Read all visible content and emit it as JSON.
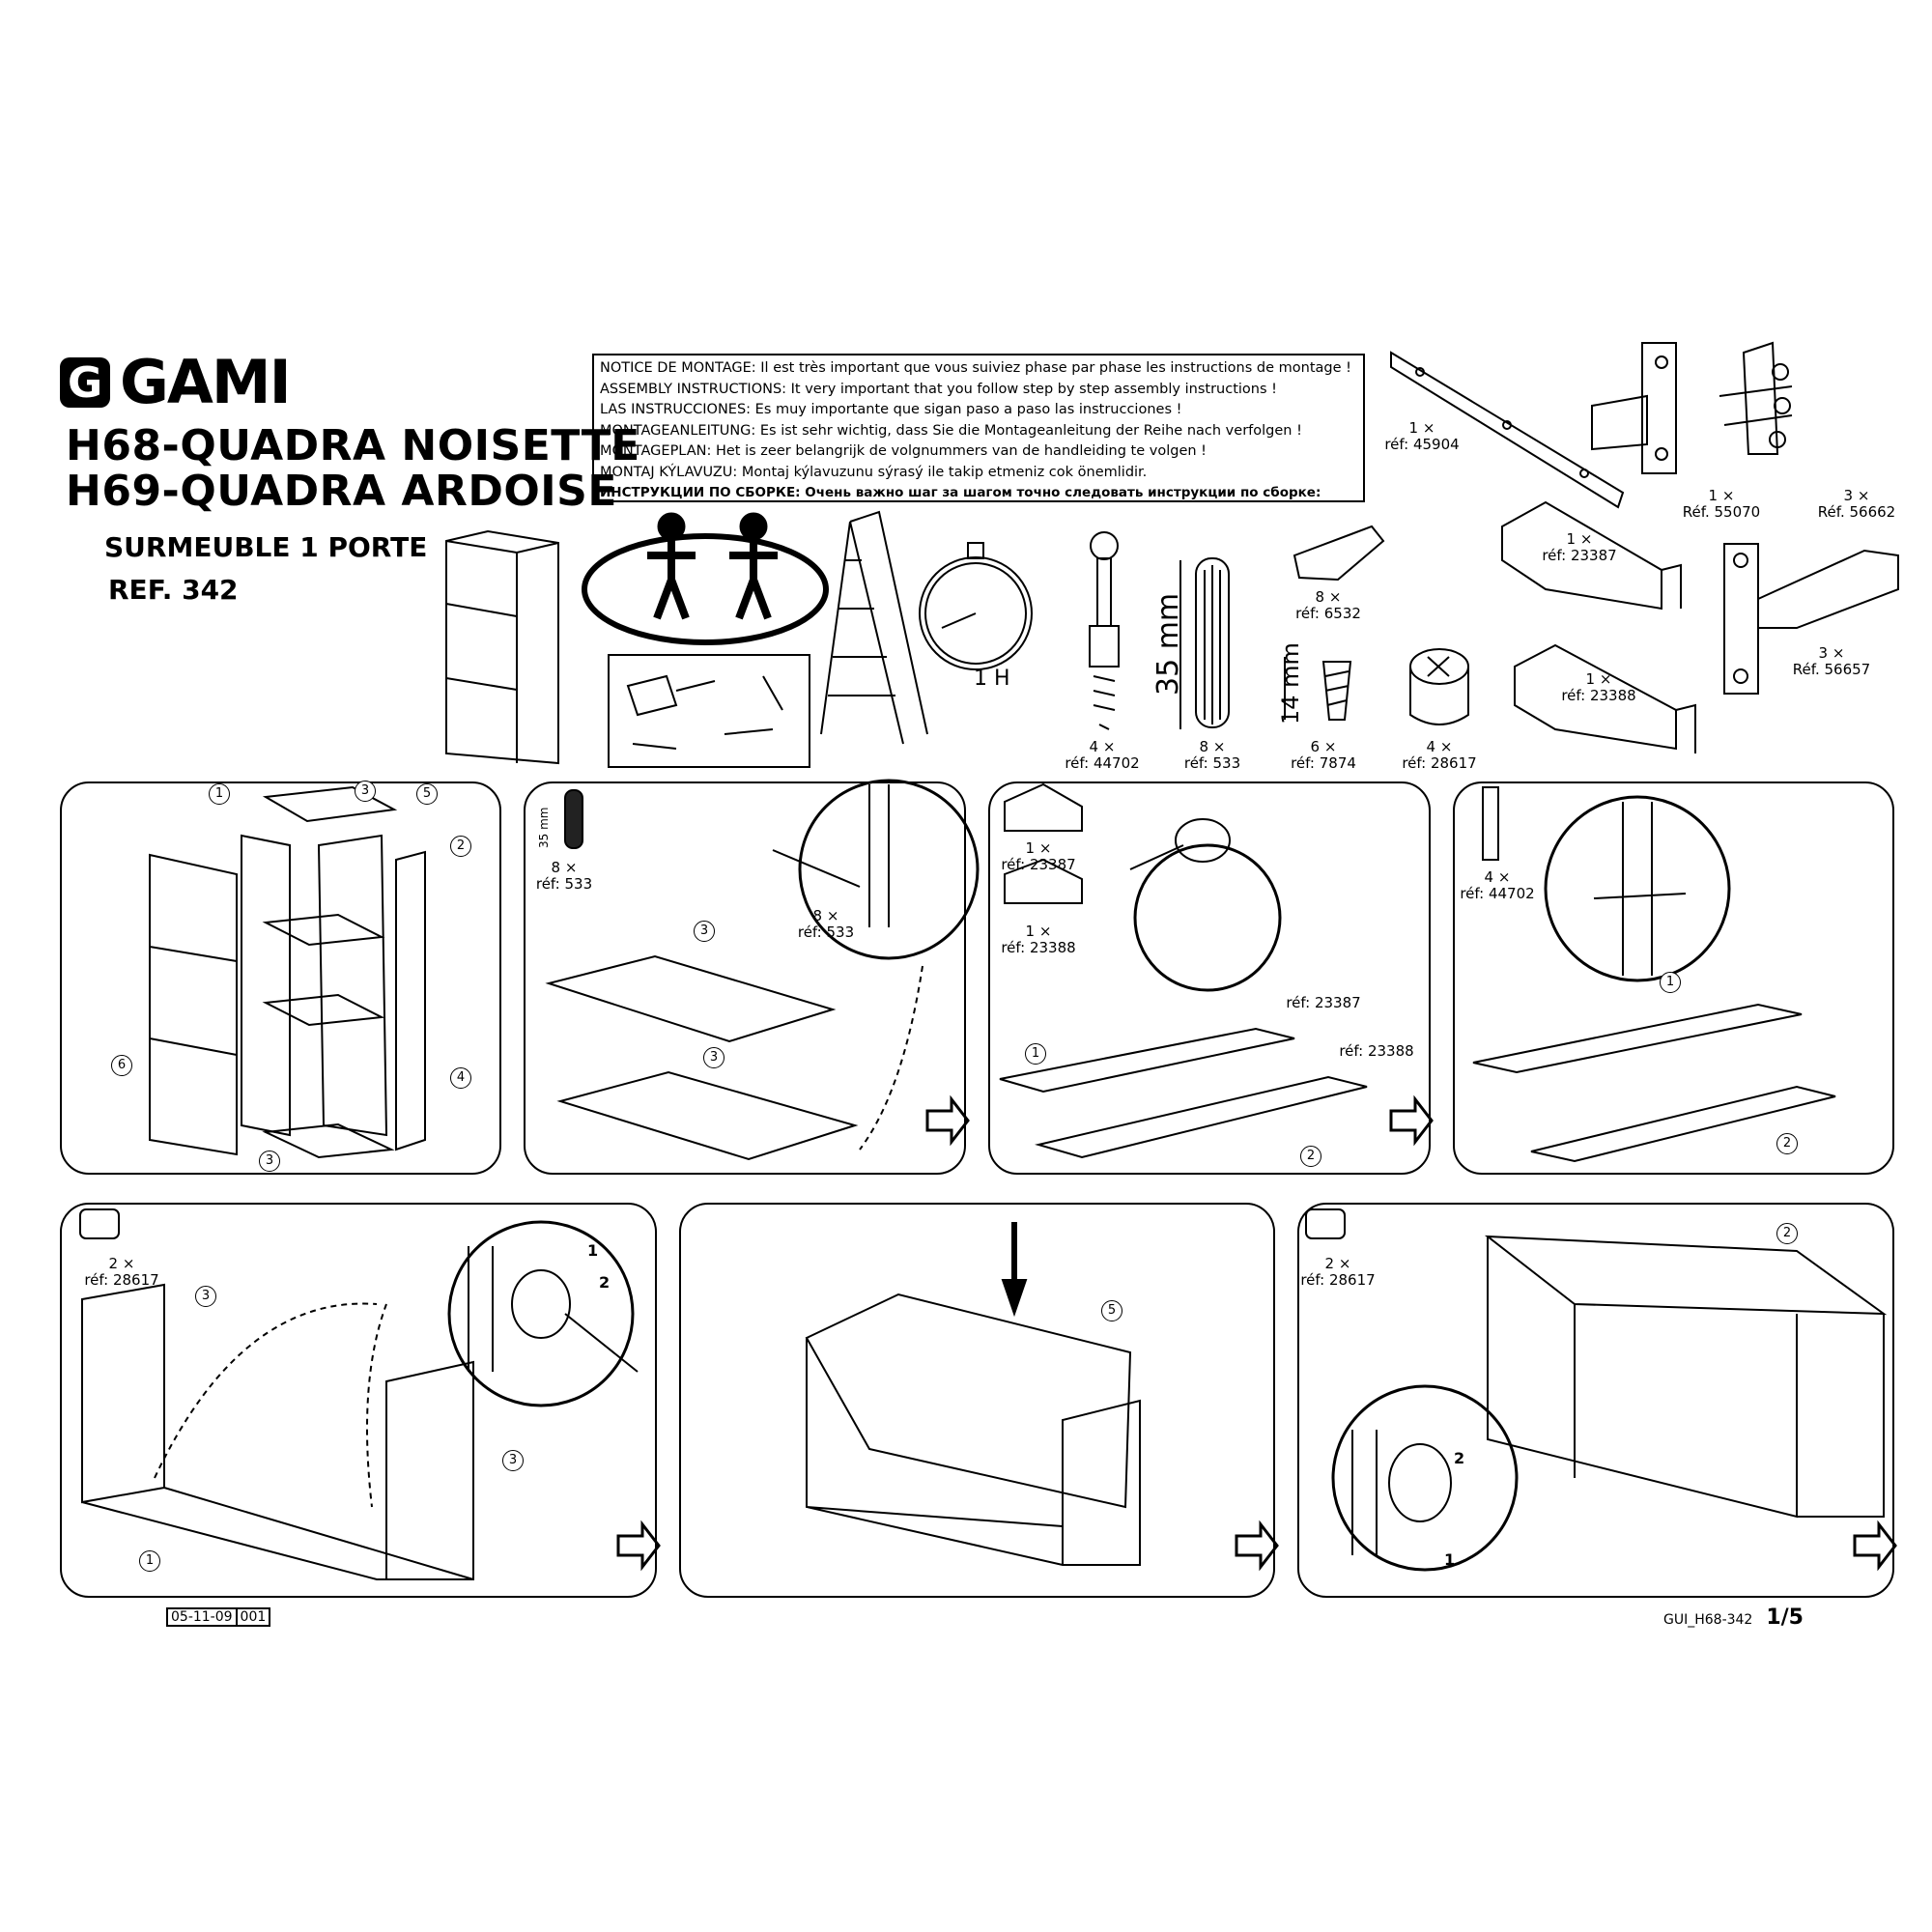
{
  "brand": "GAMI",
  "header": {
    "title_line1": "H68-QUADRA NOISETTE",
    "title_line2": "H69-QUADRA ARDOISE",
    "product": "SURMEUBLE 1 PORTE",
    "reference": "REF. 342"
  },
  "notice": [
    "NOTICE DE MONTAGE: Il est très important que vous suiviez phase par phase les instructions de montage !",
    "ASSEMBLY INSTRUCTIONS: It very important that you follow step by step assembly instructions !",
    "LAS INSTRUCCIONES: Es muy importante que sigan paso a paso las instrucciones !",
    "MONTAGEANLEITUNG: Es ist sehr wichtig, dass Sie die Montageanleitung der Reihe nach verfolgen !",
    "MONTAGEPLAN: Het is zeer belangrijk de volgnummers van de handleiding te volgen !",
    "MONTAJ KÝLAVUZU: Montaj kýlavuzunu sýrasý ile takip etmeniz cok önemlidir.",
    "ИНСТРУКЦИИ ПО СБОРКЕ: Очень важно шаг за шагом точно следовать инструкции по сборке:"
  ],
  "tools": {
    "time": "1 H",
    "dim_35": "35 mm",
    "dim_14": "14 mm"
  },
  "parts": [
    {
      "qty": "1 ×",
      "ref": "réf: 45904"
    },
    {
      "qty": "1 ×",
      "ref": "Réf. 55070"
    },
    {
      "qty": "3 ×",
      "ref": "Réf. 56662"
    },
    {
      "qty": "1 ×",
      "ref": "réf: 23387"
    },
    {
      "qty": "3 ×",
      "ref": "Réf. 56657"
    },
    {
      "qty": "1 ×",
      "ref": "réf: 23388"
    },
    {
      "qty": "8 ×",
      "ref": "réf: 6532"
    },
    {
      "qty": "4 ×",
      "ref": "réf: 44702"
    },
    {
      "qty": "8 ×",
      "ref": "réf: 533"
    },
    {
      "qty": "6 ×",
      "ref": "réf: 7874"
    },
    {
      "qty": "4 ×",
      "ref": "réf: 28617"
    }
  ],
  "step_labels": [
    {
      "qty": "8 ×",
      "ref": "réf: 533"
    },
    {
      "qty": "8 ×",
      "ref": "réf: 533"
    },
    {
      "qty": "1 ×",
      "ref": "réf: 23387"
    },
    {
      "qty": "1 ×",
      "ref": "réf: 23388"
    },
    {
      "qty": "",
      "ref": "réf: 23387"
    },
    {
      "qty": "",
      "ref": "réf: 23388"
    },
    {
      "qty": "4 ×",
      "ref": "réf: 44702"
    },
    {
      "qty": "2 ×",
      "ref": "réf: 28617"
    },
    {
      "qty": "2 ×",
      "ref": "réf: 28617"
    }
  ],
  "step2_dim": "35 mm",
  "callouts": [
    "1",
    "3",
    "5",
    "2",
    "4",
    "6",
    "3",
    "3",
    "3",
    "1",
    "2",
    "1",
    "2",
    "3",
    "3",
    "1",
    "5",
    "2"
  ],
  "rotation_marks": [
    "1",
    "2",
    "2",
    "1"
  ],
  "footer": {
    "date": "05-11-09",
    "rev": "001",
    "doc": "GUI_H68-342",
    "page": "1/5"
  }
}
